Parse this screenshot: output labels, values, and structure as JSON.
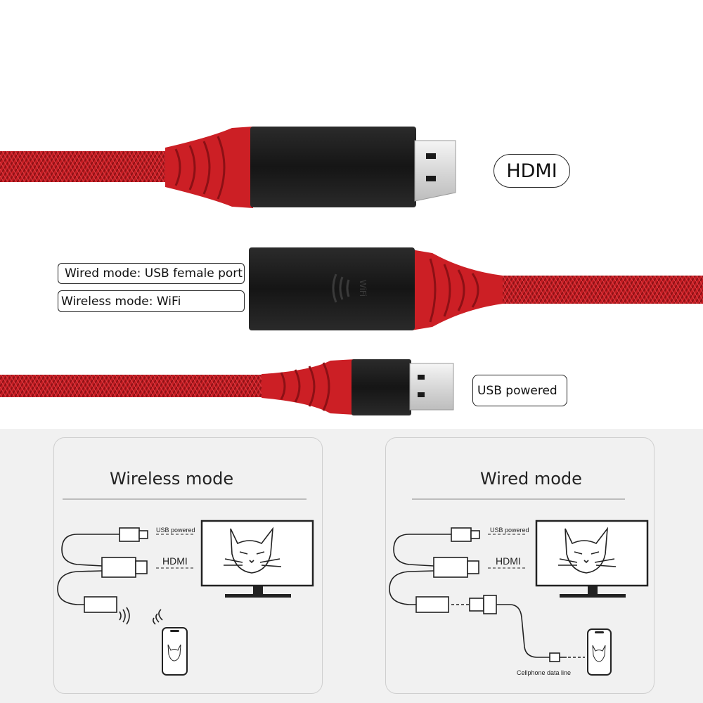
{
  "product_labels": {
    "hdmi": "HDMI",
    "wired_mode_port": "Wired mode: USB female port",
    "wireless_mode": "Wireless mode: WiFi",
    "usb_powered": "USB powered",
    "wifi_mark": "WiFi"
  },
  "panels": [
    {
      "title": "Wireless mode",
      "usb_label": "USB powered",
      "hdmi_label": "HDMI"
    },
    {
      "title": "Wired mode",
      "usb_label": "USB powered",
      "hdmi_label": "HDMI",
      "cable_label": "Cellphone data line"
    }
  ],
  "colors": {
    "cable_red": "#c81e24",
    "connector_black": "#1c1c1c",
    "panel_bg": "#f1f1f1"
  }
}
